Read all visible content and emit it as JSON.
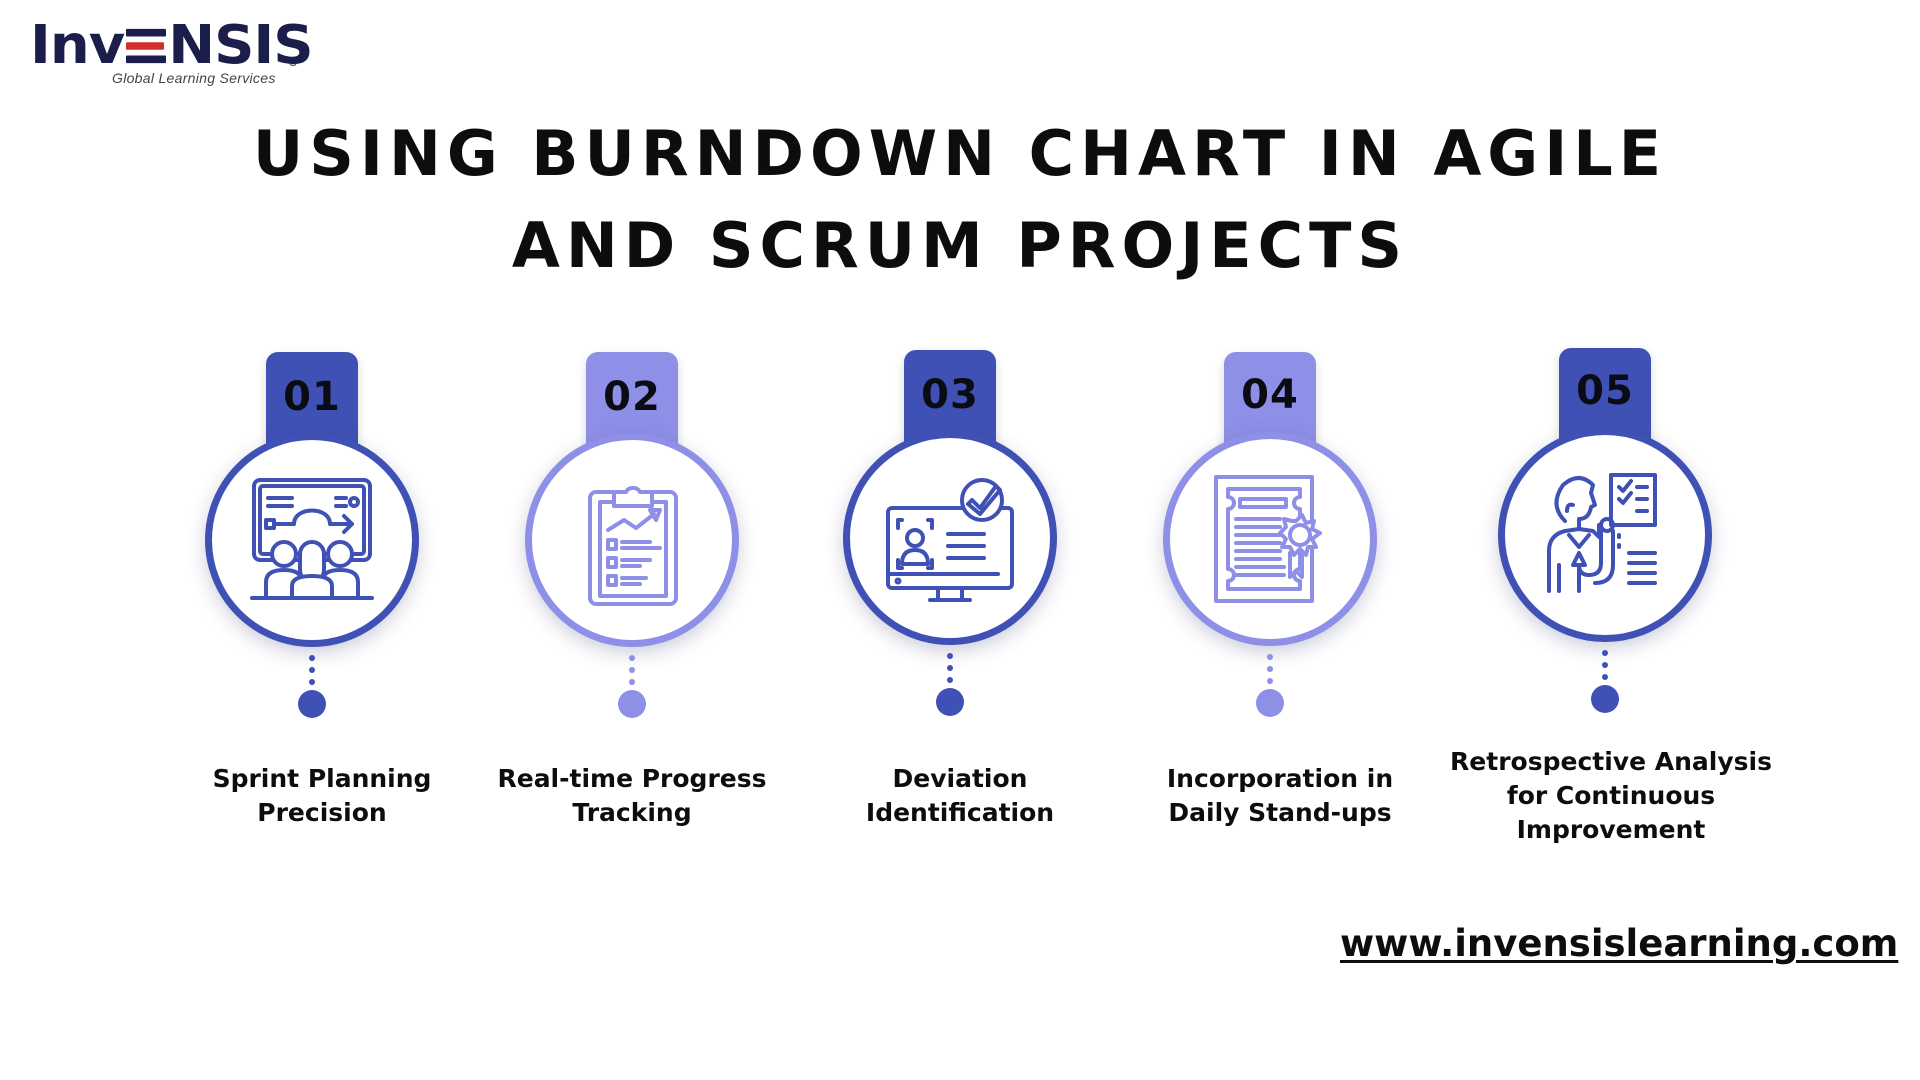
{
  "logo": {
    "brand_prefix": "Inv",
    "brand_suffix": "NSIS",
    "registered": "®",
    "tagline": "Global Learning Services",
    "colors": {
      "navy": "#1b1e4a",
      "red": "#d32f2f"
    }
  },
  "title": {
    "line1": "USING BURNDOWN CHART IN AGILE",
    "line2": "AND SCRUM PROJECTS"
  },
  "colors": {
    "dark": "#3f51b5",
    "light": "#8e8fe6"
  },
  "steps": [
    {
      "number": "01",
      "icon": "team-presentation-icon",
      "tone": "dark",
      "label_lines": [
        "Sprint Planning",
        "Precision"
      ]
    },
    {
      "number": "02",
      "icon": "clipboard-progress-icon",
      "tone": "light",
      "label_lines": [
        "Real-time Progress",
        "Tracking"
      ]
    },
    {
      "number": "03",
      "icon": "monitor-profile-check-icon",
      "tone": "dark",
      "label_lines": [
        "Deviation",
        "Identification"
      ]
    },
    {
      "number": "04",
      "icon": "certificate-icon",
      "tone": "light",
      "label_lines": [
        "Incorporation in",
        "Daily Stand-ups"
      ]
    },
    {
      "number": "05",
      "icon": "presenter-checklist-icon",
      "tone": "dark",
      "label_lines": [
        "Retrospective Analysis",
        "for Continuous",
        "Improvement"
      ]
    }
  ],
  "footer": {
    "url": "www.invensislearning.com"
  }
}
